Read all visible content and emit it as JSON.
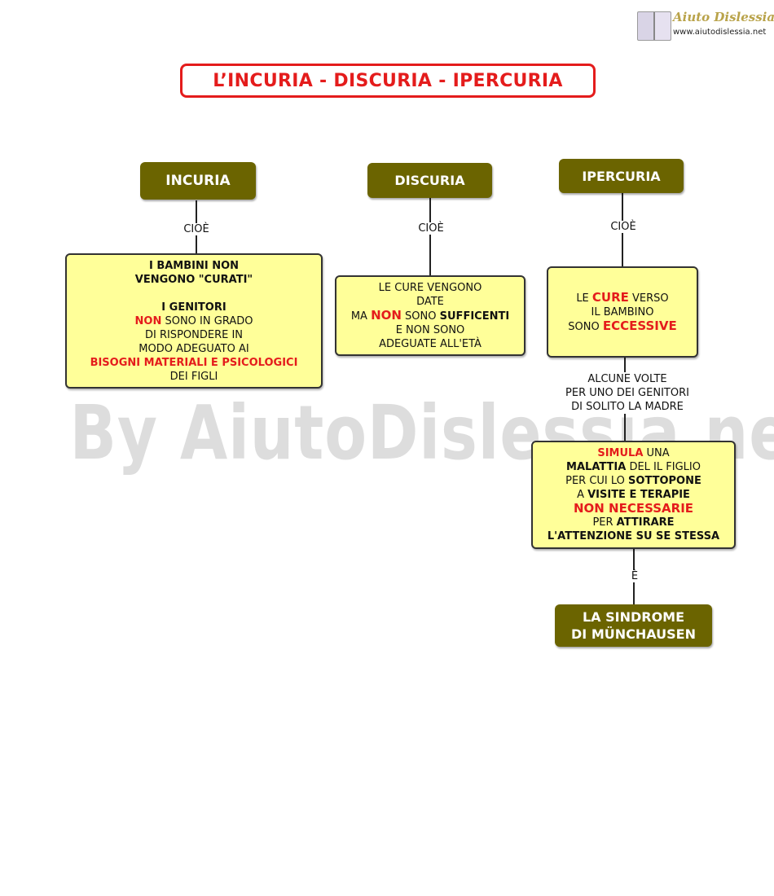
{
  "logo": {
    "title": "Aiuto Dislessia",
    "url": "www.aiutodislessia.net"
  },
  "title": "L’INCURIA - DISCURIA - IPERCURIA",
  "watermark": "By AiutoDislessia.net",
  "nodes": {
    "incuria": "INCURIA",
    "discuria": "DISCURIA",
    "ipercuria": "IPERCURIA",
    "sindrome_line1": "LA SINDROME",
    "sindrome_line2": "DI MÜNCHAUSEN"
  },
  "links": {
    "cioe_1": "CIOÈ",
    "cioe_2": "CIOÈ",
    "cioe_3": "CIOÈ",
    "alcune_line1": "ALCUNE VOLTE",
    "alcune_line2": "PER UNO DEI GENITORI",
    "alcune_line3": "DI SOLITO LA MADRE",
    "e": "È"
  },
  "incuria_box": {
    "l1": "I BAMBINI NON",
    "l2": "VENGONO \"CURATI\"",
    "l3": "I GENITORI",
    "l4_red": "NON",
    "l4_rest": " SONO IN GRADO",
    "l5": "DI RISPONDERE IN",
    "l6": "MODO ADEGUATO AI",
    "l7": "BISOGNI MATERIALI E PSICOLOGICI",
    "l8": "DEI FIGLI"
  },
  "discuria_box": {
    "l1": "LE CURE VENGONO",
    "l2": "DATE",
    "l3_a": "MA ",
    "l3_red": "NON",
    "l3_b": " SONO ",
    "l3_bold": "SUFFICENTI",
    "l4": "E NON SONO",
    "l5": "ADEGUATE ALL'ETÀ"
  },
  "ipercuria_box": {
    "l1_a": "LE ",
    "l1_red": "CURE",
    "l1_b": " VERSO",
    "l2": "IL BAMBINO",
    "l3_a": "SONO ",
    "l3_red": "ECCESSIVE"
  },
  "simula_box": {
    "l1_red": "SIMULA",
    "l1_rest": " UNA",
    "l2_bold": "MALATTIA",
    "l2_rest": " DEL IL FIGLIO",
    "l3_a": "PER CUI LO ",
    "l3_bold": "SOTTOPONE",
    "l4_a": "A ",
    "l4_bold": "VISITE E TERAPIE",
    "l5_red": "NON NECESSARIE",
    "l6_a": "PER ",
    "l6_bold": "ATTIRARE",
    "l7": "L'ATTENZIONE SU SE STESSA"
  },
  "colors": {
    "accent_red": "#e41c1c",
    "node_dark": "#6b6400",
    "box_yellow": "#ffff99"
  }
}
